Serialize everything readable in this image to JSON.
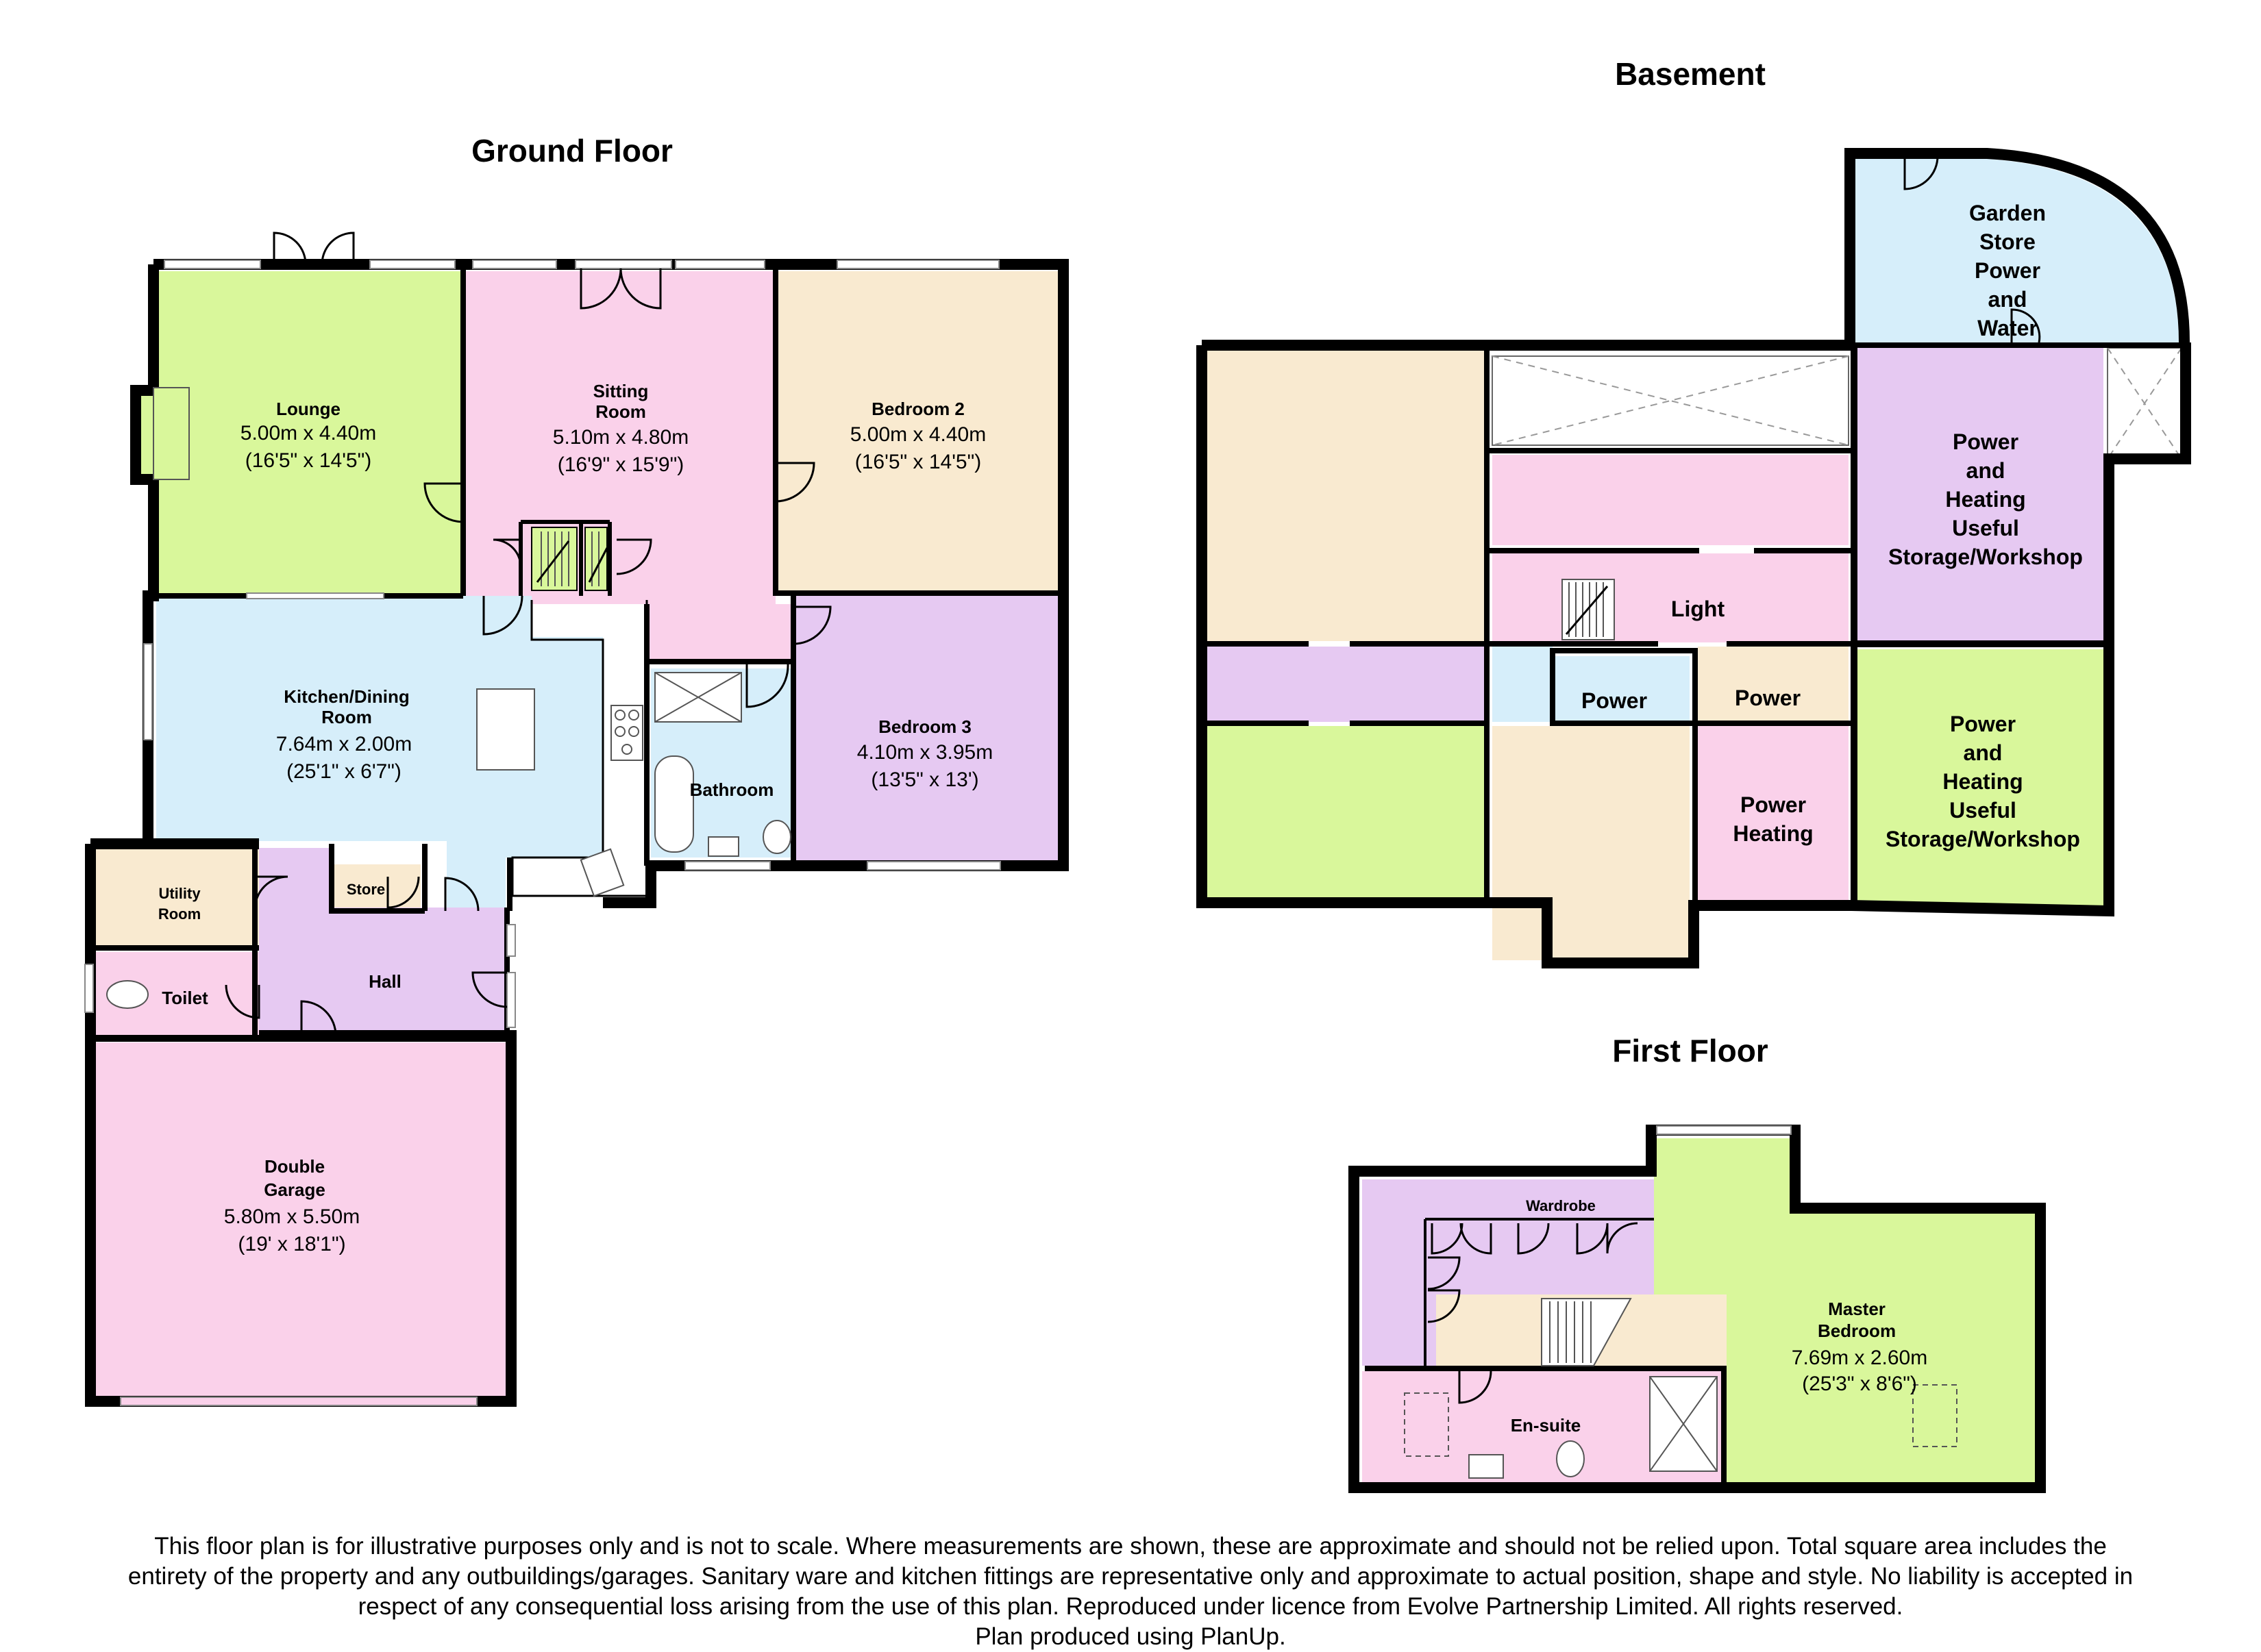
{
  "colors": {
    "wall": "#000000",
    "green": "#d9f79b",
    "pink": "#fad1ea",
    "cream": "#f9ead0",
    "purple": "#e6c9f2",
    "blue": "#d6eefa",
    "window": "#ffffff"
  },
  "floors": {
    "ground": "Ground Floor",
    "basement": "Basement",
    "first": "First Floor"
  },
  "ground_floor": {
    "lounge": {
      "name": "Lounge",
      "metric": "5.00m x 4.40m",
      "imperial": "(16'5\" x 14'5\")"
    },
    "sitting": {
      "name": "Sitting\nRoom",
      "metric": "5.10m x 4.80m",
      "imperial": "(16'9\" x 15'9\")"
    },
    "bedroom2": {
      "name": "Bedroom 2",
      "metric": "5.00m x 4.40m",
      "imperial": "(16'5\" x 14'5\")"
    },
    "kitchen": {
      "name": "Kitchen/Dining\nRoom",
      "metric": "7.64m x 2.00m",
      "imperial": "(25'1\" x 6'7\")"
    },
    "bedroom3": {
      "name": "Bedroom 3",
      "metric": "4.10m x 3.95m",
      "imperial": "(13'5\" x 13')"
    },
    "bathroom": "Bathroom",
    "utility": "Utility\nRoom",
    "store": "Store",
    "toilet": "Toilet",
    "hall": "Hall",
    "garage": {
      "name": "Double\nGarage",
      "metric": "5.80m x 5.50m",
      "imperial": "(19' x 18'1\")"
    }
  },
  "basement": {
    "garden_store": "Garden\nStore\nPower\nand\nWater",
    "workshop_upper": "Power\nand\nHeating\nUseful\nStorage/Workshop",
    "workshop_lower": "Power\nand\nHeating\nUseful\nStorage/Workshop",
    "light": "Light",
    "power_left": "Power",
    "power_right": "Power",
    "power_heating": "Power\nHeating"
  },
  "first_floor": {
    "wardrobe": "Wardrobe",
    "master": {
      "name": "Master\nBedroom",
      "metric": "7.69m x 2.60m",
      "imperial": "(25'3\" x 8'6\")"
    },
    "ensuite": "En-suite"
  },
  "disclaimer": [
    "This floor plan is for illustrative purposes only and is not to scale.  Where measurements are shown, these are approximate and should not be relied upon. Total square area includes the",
    "entirety of the property and any outbuildings/garages. Sanitary ware and kitchen fittings are representative only and approximate to actual position, shape and style.  No liability is accepted in",
    "respect of any consequential loss arising from the use of this plan. Reproduced under licence from Evolve Partnership Limited. All rights reserved.",
    "Plan produced using PlanUp."
  ]
}
